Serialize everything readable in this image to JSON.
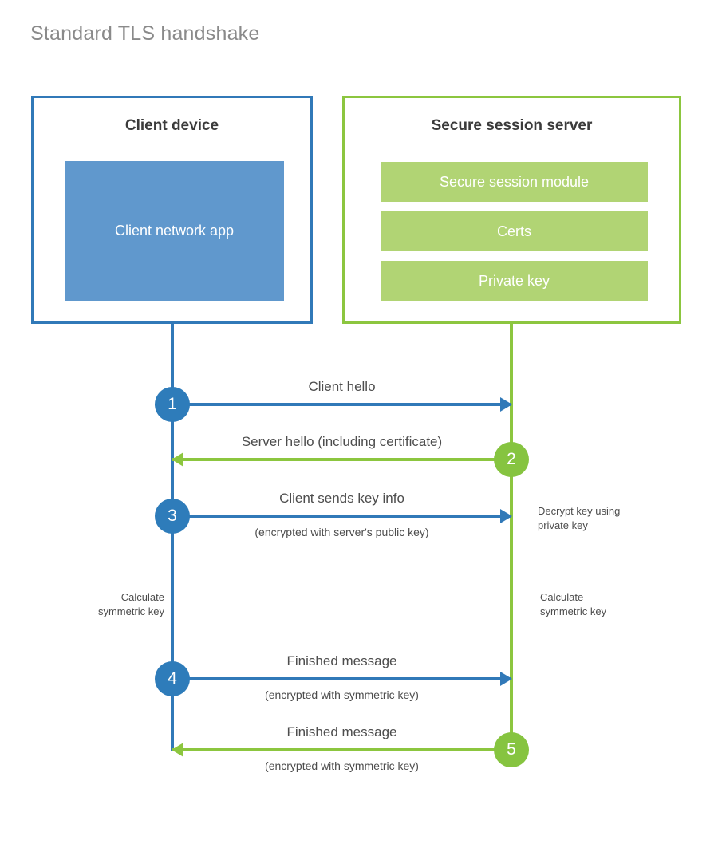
{
  "title": "Standard TLS handshake",
  "colors": {
    "client_blue": "#3179b8",
    "client_app_fill": "#6098cd",
    "server_green": "#8cc63f",
    "server_bar_fill": "#b1d474",
    "badge_blue": "#2e7cba",
    "badge_green": "#86c440",
    "title_gray": "#8a8a8a",
    "text_gray": "#4d4d4d"
  },
  "client": {
    "title": "Client device",
    "app_label": "Client network app"
  },
  "server": {
    "title": "Secure session server",
    "bars": [
      {
        "label": "Secure session module"
      },
      {
        "label": "Certs"
      },
      {
        "label": "Private key"
      }
    ]
  },
  "messages": [
    {
      "step": "1",
      "label": "Client hello",
      "sub": "",
      "direction": "client-to-server",
      "color": "blue"
    },
    {
      "step": "2",
      "label": "Server hello (including certificate)",
      "sub": "",
      "direction": "server-to-client",
      "color": "green"
    },
    {
      "step": "3",
      "label": "Client sends key info",
      "sub": "(encrypted with server's public key)",
      "direction": "client-to-server",
      "color": "blue"
    },
    {
      "step": "4",
      "label": "Finished message",
      "sub": "(encrypted with symmetric key)",
      "direction": "client-to-server",
      "color": "blue"
    },
    {
      "step": "5",
      "label": "Finished message",
      "sub": "(encrypted with symmetric key)",
      "direction": "server-to-client",
      "color": "green"
    }
  ],
  "annotations": {
    "server_decrypt": "Decrypt key using\nprivate key",
    "client_calculate": "Calculate\nsymmetric key",
    "server_calculate": "Calculate\nsymmetric key"
  }
}
